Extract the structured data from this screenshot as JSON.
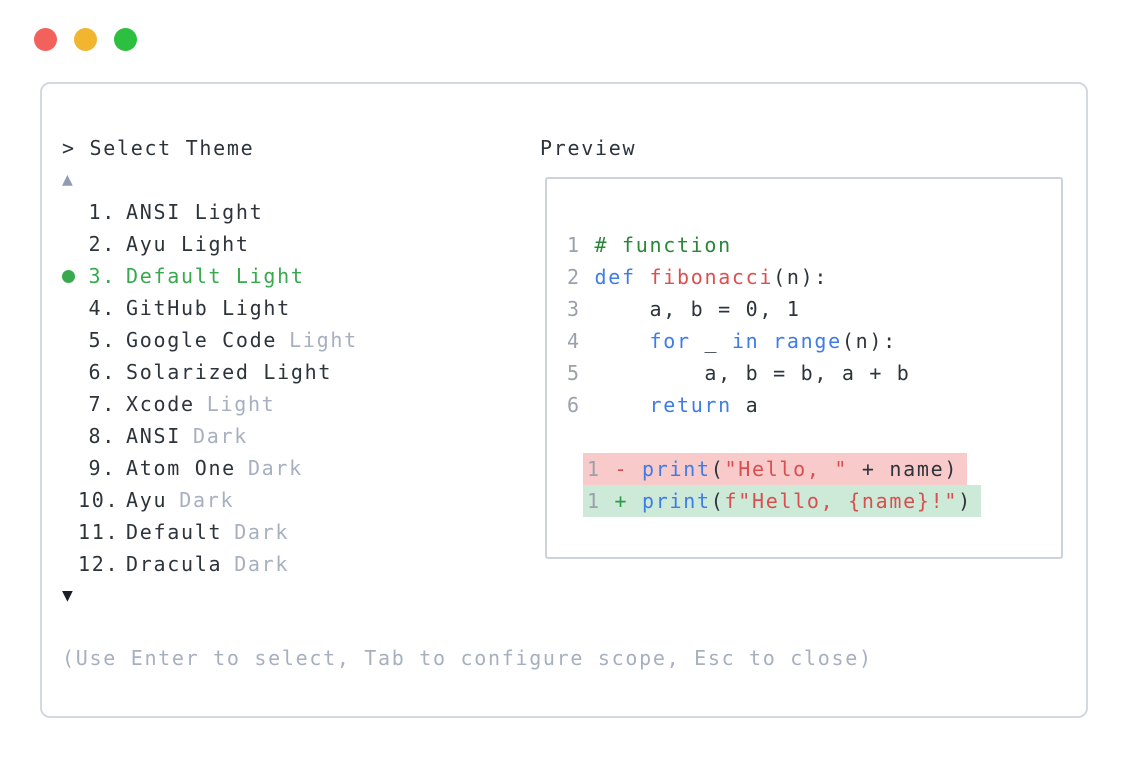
{
  "window": {
    "traffic_lights": [
      {
        "name": "close",
        "color": "#f2615b"
      },
      {
        "name": "minimize",
        "color": "#f1b52f"
      },
      {
        "name": "zoom",
        "color": "#2dbf40"
      }
    ]
  },
  "prompt": "> Select Theme",
  "scroll_up_icon": "▲",
  "scroll_down_icon": "▼",
  "themes": [
    {
      "number": "1.",
      "name": "ANSI Light",
      "muted": "",
      "selected": false
    },
    {
      "number": "2.",
      "name": "Ayu Light",
      "muted": "",
      "selected": false
    },
    {
      "number": "3.",
      "name": "Default Light",
      "muted": "",
      "selected": true
    },
    {
      "number": "4.",
      "name": "GitHub Light",
      "muted": "",
      "selected": false
    },
    {
      "number": "5.",
      "name": "Google Code",
      "muted": "Light",
      "selected": false
    },
    {
      "number": "6.",
      "name": "Solarized Light",
      "muted": "",
      "selected": false
    },
    {
      "number": "7.",
      "name": "Xcode",
      "muted": "Light",
      "selected": false
    },
    {
      "number": "8.",
      "name": "ANSI",
      "muted": "Dark",
      "selected": false
    },
    {
      "number": "9.",
      "name": "Atom One",
      "muted": "Dark",
      "selected": false
    },
    {
      "number": "10.",
      "name": "Ayu",
      "muted": "Dark",
      "selected": false
    },
    {
      "number": "11.",
      "name": "Default",
      "muted": "Dark",
      "selected": false
    },
    {
      "number": "12.",
      "name": "Dracula",
      "muted": "Dark",
      "selected": false
    }
  ],
  "preview": {
    "label": "Preview",
    "code_lines": [
      {
        "num": "1",
        "tokens": [
          {
            "c": "comment",
            "t": "# function"
          }
        ]
      },
      {
        "num": "2",
        "tokens": [
          {
            "c": "kw",
            "t": "def"
          },
          {
            "c": "plain",
            "t": " "
          },
          {
            "c": "fn",
            "t": "fibonacci"
          },
          {
            "c": "plain",
            "t": "(n):"
          }
        ]
      },
      {
        "num": "3",
        "tokens": [
          {
            "c": "plain",
            "t": "    a, b = 0, 1"
          }
        ]
      },
      {
        "num": "4",
        "tokens": [
          {
            "c": "plain",
            "t": "    "
          },
          {
            "c": "kw",
            "t": "for"
          },
          {
            "c": "plain",
            "t": " _ "
          },
          {
            "c": "kw",
            "t": "in"
          },
          {
            "c": "plain",
            "t": " "
          },
          {
            "c": "kw",
            "t": "range"
          },
          {
            "c": "plain",
            "t": "(n):"
          }
        ]
      },
      {
        "num": "5",
        "tokens": [
          {
            "c": "plain",
            "t": "        a, b = b, a + b"
          }
        ]
      },
      {
        "num": "6",
        "tokens": [
          {
            "c": "plain",
            "t": "    "
          },
          {
            "c": "kw",
            "t": "return"
          },
          {
            "c": "plain",
            "t": " a"
          }
        ]
      }
    ],
    "diff_lines": [
      {
        "num": "1",
        "sign": "-",
        "type": "removed",
        "tokens": [
          {
            "c": "kw",
            "t": "print"
          },
          {
            "c": "plain",
            "t": "("
          },
          {
            "c": "str",
            "t": "\"Hello, \""
          },
          {
            "c": "plain",
            "t": " + name)"
          }
        ]
      },
      {
        "num": "1",
        "sign": "+",
        "type": "added",
        "tokens": [
          {
            "c": "kw",
            "t": "print"
          },
          {
            "c": "plain",
            "t": "("
          },
          {
            "c": "str",
            "t": "f\"Hello, {name}!\""
          },
          {
            "c": "plain",
            "t": ")"
          }
        ]
      }
    ]
  },
  "help_text": "(Use Enter to select, Tab to configure scope, Esc to close)",
  "colors": {
    "selected_green": "#38a94e",
    "comment_green": "#2a8639",
    "keyword_blue": "#3e7ce8",
    "function_red": "#dd4f4f",
    "string_red": "#d94f4f",
    "removed_bg": "#f9caca",
    "added_bg": "#cde9d8",
    "removed_sign": "#d84848",
    "added_sign": "#2b9c45",
    "muted_gray": "#a7b0c0",
    "dark_text": "#2e343c",
    "line_number_gray": "#9aa1ab",
    "panel_border": "#d3d8e1",
    "box_border": "#ccd3dc",
    "up_arrow": "#8f9cb3",
    "down_arrow": "#1b1f27"
  }
}
